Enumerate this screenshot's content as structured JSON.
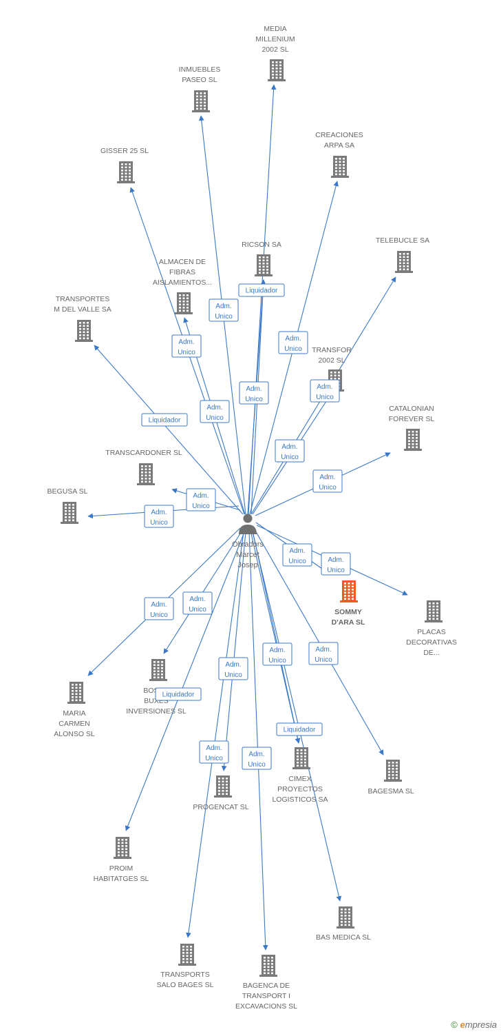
{
  "colors": {
    "edge": "#3a78c7",
    "building": "#7a7a7a",
    "building_main": "#ef5a28",
    "label": "#666666",
    "person": "#707070"
  },
  "center": {
    "name_lines": [
      "Obradors",
      "Marcet",
      "Josep"
    ],
    "icon": "person-icon"
  },
  "nodes": [
    {
      "id": "media",
      "lines": [
        "MEDIA",
        "MILLENIUM",
        "2002 SL"
      ],
      "main": false
    },
    {
      "id": "inmuebles",
      "lines": [
        "INMUEBLES",
        "PASEO SL"
      ],
      "main": false
    },
    {
      "id": "creaciones",
      "lines": [
        "CREACIONES",
        "ARPA SA"
      ],
      "main": false
    },
    {
      "id": "gisser",
      "lines": [
        "GISSER 25 SL"
      ],
      "main": false
    },
    {
      "id": "ricson",
      "lines": [
        "RICSON SA"
      ],
      "main": false
    },
    {
      "id": "telebucle",
      "lines": [
        "TELEBUCLE SA"
      ],
      "main": false
    },
    {
      "id": "almacen",
      "lines": [
        "ALMACEN DE",
        "FIBRAS",
        "AISLAMIENTOS..."
      ],
      "main": false
    },
    {
      "id": "transportes",
      "lines": [
        "TRANSPORTES",
        "M DEL VALLE SA"
      ],
      "main": false
    },
    {
      "id": "transfor",
      "lines": [
        "TRANSFOR",
        "2002 SL"
      ],
      "main": false
    },
    {
      "id": "catalonian",
      "lines": [
        "CATALONIAN",
        "FOREVER SL"
      ],
      "main": false
    },
    {
      "id": "transcardoner",
      "lines": [
        "TRANSCARDONER SL"
      ],
      "main": false
    },
    {
      "id": "begusa",
      "lines": [
        "BEGUSA SL"
      ],
      "main": false
    },
    {
      "id": "sommy",
      "lines": [
        "SOMMY",
        "D'ARA SL"
      ],
      "main": true
    },
    {
      "id": "placas",
      "lines": [
        "PLACAS",
        "DECORATIVAS",
        "DE..."
      ],
      "main": false
    },
    {
      "id": "maria",
      "lines": [
        "MARIA",
        "CARMEN",
        "ALONSO SL"
      ],
      "main": false
    },
    {
      "id": "bosch",
      "lines": [
        "BOSCH",
        "BUXES",
        "INVERSIONES SL"
      ],
      "main": false
    },
    {
      "id": "cimex",
      "lines": [
        "CIMEX",
        "PROYECTOS",
        "LOGISTICOS SA"
      ],
      "main": false
    },
    {
      "id": "bagesma",
      "lines": [
        "BAGESMA SL"
      ],
      "main": false
    },
    {
      "id": "progencat",
      "lines": [
        "PROGENCAT SL"
      ],
      "main": false
    },
    {
      "id": "proim",
      "lines": [
        "PROIM",
        "HABITATGES SL"
      ],
      "main": false
    },
    {
      "id": "basmedica",
      "lines": [
        "BAS MEDICA SL"
      ],
      "main": false
    },
    {
      "id": "transports",
      "lines": [
        "TRANSPORTS",
        "SALO BAGES SL"
      ],
      "main": false
    },
    {
      "id": "bagenca",
      "lines": [
        "BAGENCA DE",
        "TRANSPORT I",
        "EXCAVACIONS SL"
      ],
      "main": false
    }
  ],
  "edges": [
    {
      "to": "media",
      "label": [
        "Adm.",
        "Unico"
      ]
    },
    {
      "to": "inmuebles",
      "label": [
        "Adm.",
        "Unico"
      ]
    },
    {
      "to": "creaciones",
      "label": [
        "Adm.",
        "Unico"
      ]
    },
    {
      "to": "gisser",
      "label": [
        "Adm.",
        "Unico"
      ]
    },
    {
      "to": "ricson",
      "label": [
        "Liquidador"
      ]
    },
    {
      "to": "ricson",
      "label": [
        "Adm.",
        "Unico"
      ]
    },
    {
      "to": "telebucle",
      "label": [
        "Adm.",
        "Unico"
      ]
    },
    {
      "to": "almacen",
      "label": [
        "Adm.",
        "Unico"
      ]
    },
    {
      "to": "transportes",
      "label": [
        "Liquidador"
      ]
    },
    {
      "to": "transfor",
      "label": [
        "Adm.",
        "Unico"
      ]
    },
    {
      "to": "catalonian",
      "label": [
        "Adm.",
        "Unico"
      ]
    },
    {
      "to": "transcardoner",
      "label": [
        "Adm.",
        "Unico"
      ]
    },
    {
      "to": "begusa",
      "label": [
        "Adm.",
        "Unico"
      ]
    },
    {
      "to": "sommy",
      "label": [
        "Adm.",
        "Unico"
      ]
    },
    {
      "to": "placas",
      "label": [
        "Adm.",
        "Unico"
      ]
    },
    {
      "to": "maria",
      "label": [
        "Adm.",
        "Unico"
      ]
    },
    {
      "to": "bosch",
      "label": [
        "Adm.",
        "Unico"
      ]
    },
    {
      "to": "cimex",
      "label": [
        "Adm.",
        "Unico"
      ]
    },
    {
      "to": "cimex",
      "label": [
        "Liquidador"
      ]
    },
    {
      "to": "bagesma",
      "label": [
        "Adm.",
        "Unico"
      ]
    },
    {
      "to": "progencat",
      "label": [
        "Adm.",
        "Unico"
      ]
    },
    {
      "to": "proim",
      "label": [
        "Liquidador"
      ]
    },
    {
      "to": "basmedica",
      "label": [
        "Adm.",
        "Unico"
      ]
    },
    {
      "to": "transports",
      "label": [
        "Adm.",
        "Unico"
      ]
    },
    {
      "to": "bagenca",
      "label": [
        "Adm.",
        "Unico"
      ]
    }
  ],
  "copyright": {
    "symbol": "©",
    "brand_initial": "e",
    "brand_rest": "mpresia"
  }
}
